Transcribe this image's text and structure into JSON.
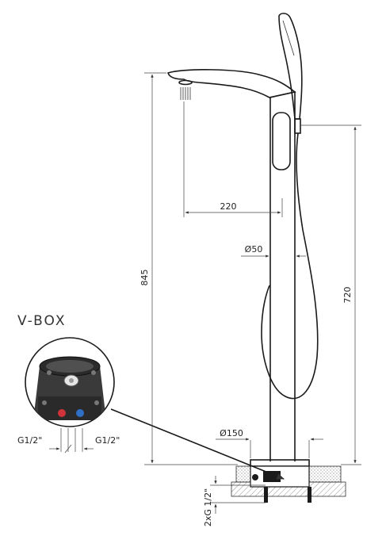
{
  "title": "V-BOX",
  "dimensions": {
    "total_height": "845",
    "shower_height": "720",
    "spout_reach": "220",
    "column_diameter": "Ø50",
    "base_diameter": "Ø150",
    "thread_left": "G1/2\"",
    "thread_right": "G1/2\"",
    "inlet_threads": "2xG 1/2\""
  },
  "colors": {
    "line": "#1a1a1a",
    "hot": "#d0343a",
    "cold": "#2f6fc6",
    "box": "#3a3a3a"
  }
}
